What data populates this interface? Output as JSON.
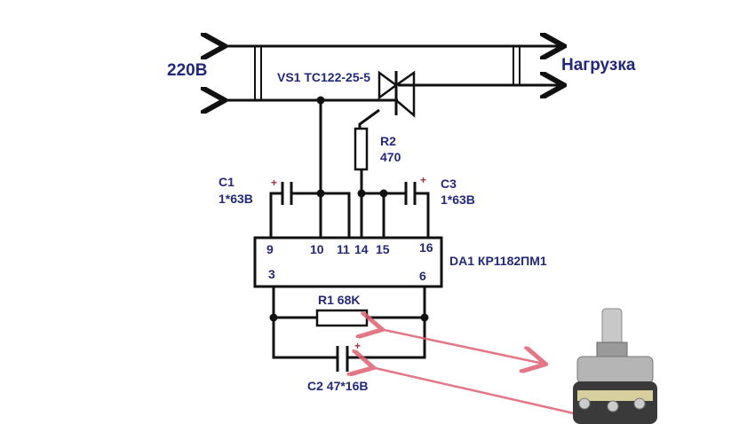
{
  "labels": {
    "input_voltage": "220В",
    "load": "Нагрузка",
    "triac": "VS1 TC122-25-5",
    "r2_name": "R2",
    "r2_value": "470",
    "c1_name": "C1",
    "c1_value": "1*63В",
    "c3_name": "C3",
    "c3_value": "1*63В",
    "ic": "DA1 КР1182ПМ1",
    "r1": "R1 68K",
    "c2": "C2 47*16В",
    "plus": "+"
  },
  "ic_pins": {
    "p9": "9",
    "p10": "10",
    "p11": "11",
    "p14": "14",
    "p15": "15",
    "p16": "16",
    "p3": "3",
    "p6": "6"
  },
  "colors": {
    "text": "#23297a",
    "wire": "#111111",
    "arrow": "#e06070"
  }
}
